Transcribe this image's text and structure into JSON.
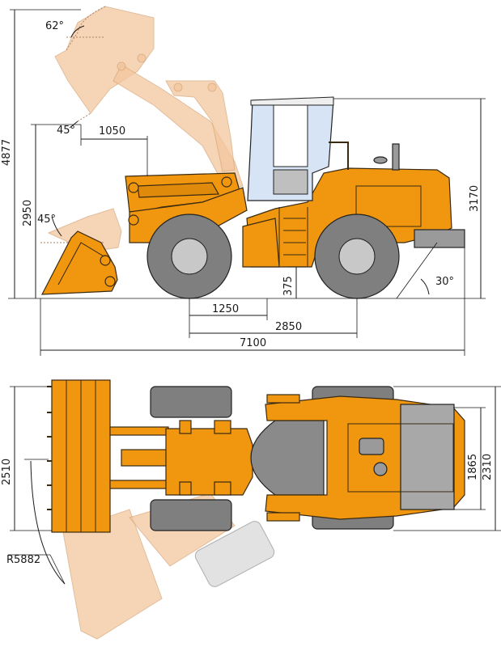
{
  "colors": {
    "body": "#f0960f",
    "tire": "#7f7f7f",
    "rim": "#c8c8c8",
    "glass": "#d6e4f5",
    "ghost": "#f3c79e"
  },
  "side_view": {
    "angle_bucket_top": "62°",
    "angle_dump": "45°",
    "reach": "1050",
    "total_height": "4877",
    "hinge_height": "2950",
    "angle_rollback": "45°",
    "cab_height": "3170",
    "ground_clearance": "375",
    "departure_angle": "30°",
    "front_axle_offset": "1250",
    "wheelbase": "2850",
    "overall_length": "7100"
  },
  "top_view": {
    "bucket_width": "2510",
    "turning_radius": "R5882",
    "track_width": "1865",
    "overall_width": "2310"
  }
}
